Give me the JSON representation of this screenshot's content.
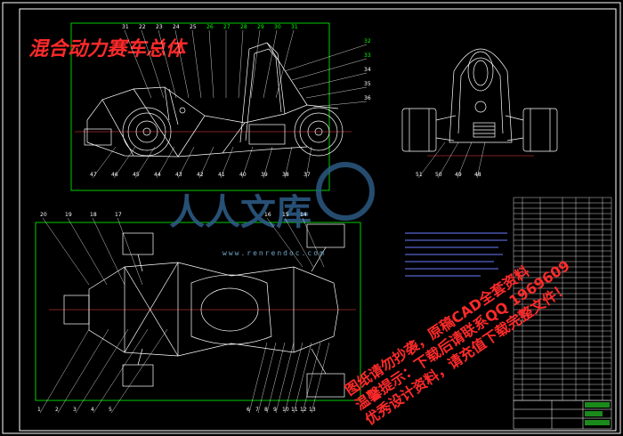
{
  "drawing": {
    "title": "混合动力赛车总体",
    "colors": {
      "background": "#000000",
      "frame": "#ffffff",
      "leader": "#00ff00",
      "title_red": "#ff2a2a",
      "watermark_blue": "#2e5f8a"
    }
  },
  "side_view": {
    "top_labels": [
      "31",
      "22",
      "23",
      "24",
      "25",
      "26",
      "27",
      "28",
      "29",
      "30",
      "31"
    ],
    "right_labels": [
      "32",
      "33",
      "34",
      "35",
      "36"
    ],
    "bottom_labels": [
      "47",
      "46",
      "45",
      "44",
      "43",
      "42",
      "41",
      "40",
      "39",
      "38",
      "37"
    ]
  },
  "front_view": {
    "bottom_labels": [
      "51",
      "50",
      "49",
      "48"
    ]
  },
  "top_view": {
    "top_left_labels": [
      "20",
      "19",
      "18",
      "17"
    ],
    "top_right_labels": [
      "16",
      "15",
      "14"
    ],
    "bottom_left_labels": [
      "1",
      "2",
      "3",
      "4",
      "5"
    ],
    "bottom_right_labels": [
      "6",
      "7",
      "8",
      "9",
      "10",
      "11",
      "12",
      "13"
    ]
  },
  "watermark": {
    "logo_cn": "人人文库",
    "url": "www.renrendoc.com",
    "promo_lines": [
      "图纸请勿抄袭，原稿CAD全套资料",
      "温馨提示：下载后请联系QQ 1969609",
      "优秀设计资料，请充值下载完整文件！"
    ]
  }
}
